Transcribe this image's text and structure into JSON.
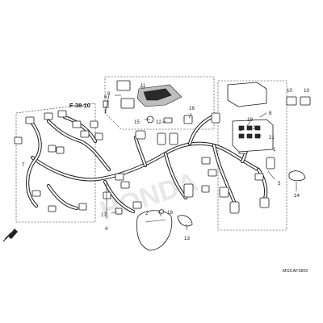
{
  "callouts": [
    {
      "id": "c1",
      "text": "1"
    },
    {
      "id": "c2",
      "text": "2"
    },
    {
      "id": "c3",
      "text": "3"
    },
    {
      "id": "c4",
      "text": "4"
    },
    {
      "id": "c5",
      "text": "5"
    },
    {
      "id": "c6",
      "text": "6"
    },
    {
      "id": "c7",
      "text": "7"
    },
    {
      "id": "c8",
      "text": "8"
    },
    {
      "id": "c9",
      "text": "9"
    },
    {
      "id": "c10a",
      "text": "10"
    },
    {
      "id": "c10b",
      "text": "10"
    },
    {
      "id": "c11",
      "text": "11"
    },
    {
      "id": "c12",
      "text": "12"
    },
    {
      "id": "c13",
      "text": "13"
    },
    {
      "id": "c14",
      "text": "14"
    },
    {
      "id": "c15",
      "text": "15"
    },
    {
      "id": "c16",
      "text": "16"
    },
    {
      "id": "c17",
      "text": "17"
    },
    {
      "id": "c18",
      "text": "18"
    },
    {
      "id": "c19",
      "text": "19"
    },
    {
      "id": "c20",
      "text": "20"
    },
    {
      "id": "c21",
      "text": "21"
    }
  ],
  "reference": "F-38-10",
  "diagram_code": "MGCAF3800",
  "watermark": "HONDA"
}
